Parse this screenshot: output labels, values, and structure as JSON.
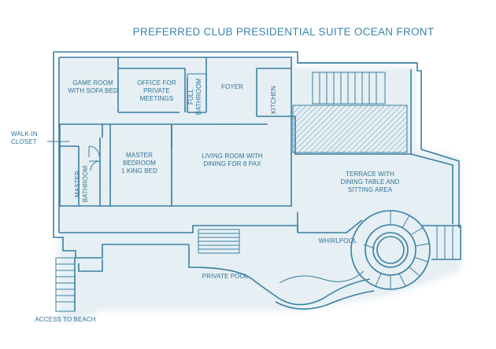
{
  "title": "PREFERRED CLUB PRESIDENTIAL SUITE OCEAN FRONT",
  "colors": {
    "line": "#3a7fa3",
    "text": "#2f7396",
    "background": "#ffffff"
  },
  "rooms": {
    "game_room": "GAME ROOM\nWITH SOFA BED",
    "office": "OFFICE FOR\nPRIVATE\nMEETINGS",
    "full_bathroom": "FULL\nBATHROOM",
    "foyer": "FOYER",
    "kitchen": "KITCHEN",
    "walk_in_closet": "WALK-IN\nCLOSET",
    "master_bedroom": "MASTER\nBEDROOM\n1 KING BED",
    "master_bathroom": "MASTER\nBATHROOM",
    "living_room": "LIVING ROOM WITH\nDINING FOR 8 PAX",
    "terrace": "TERRACE WITH\nDINING TABLE AND\nSITTING AREA",
    "whirlpool": "WHIRLPOOL",
    "private_pool": "PRIVATE POOL",
    "access_to_beach": "ACCESS TO BEACH"
  }
}
